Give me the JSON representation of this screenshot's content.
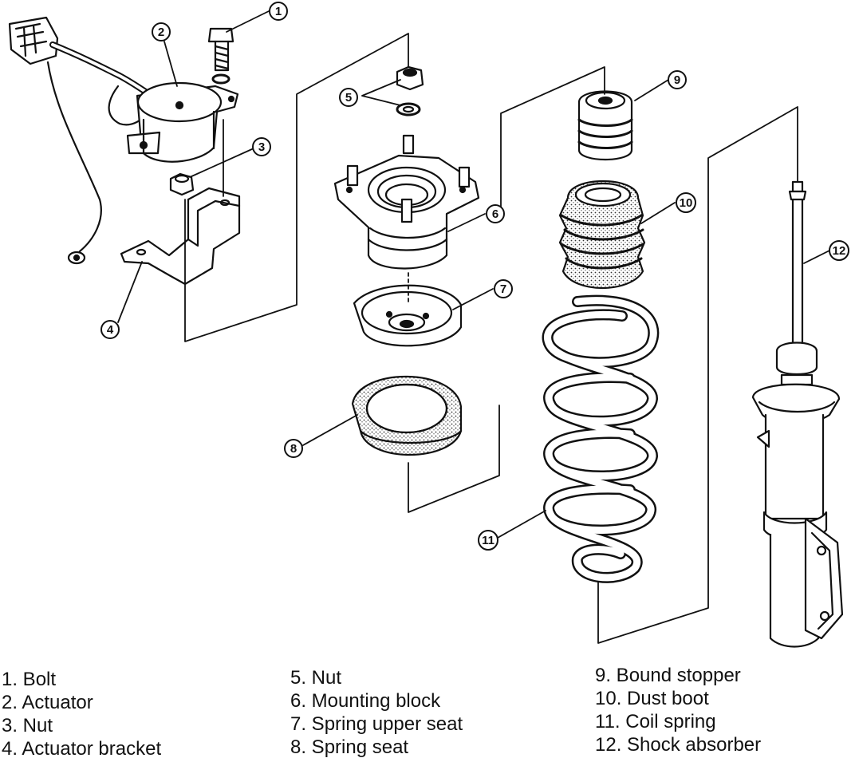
{
  "diagram": {
    "callouts": [
      {
        "id": "c1",
        "label": "1"
      },
      {
        "id": "c2",
        "label": "2"
      },
      {
        "id": "c3",
        "label": "3"
      },
      {
        "id": "c4",
        "label": "4"
      },
      {
        "id": "c5",
        "label": "5"
      },
      {
        "id": "c6",
        "label": "6"
      },
      {
        "id": "c7",
        "label": "7"
      },
      {
        "id": "c8",
        "label": "8"
      },
      {
        "id": "c9",
        "label": "9"
      },
      {
        "id": "c10",
        "label": "10"
      },
      {
        "id": "c11",
        "label": "11"
      },
      {
        "id": "c12",
        "label": "12"
      }
    ],
    "legend": [
      [
        "1. Bolt",
        "2. Actuator",
        "3. Nut",
        "4. Actuator bracket"
      ],
      [
        "5. Nut",
        "6. Mounting block",
        "7. Spring upper seat",
        "8. Spring seat"
      ],
      [
        "9. Bound stopper",
        "10. Dust boot",
        "11. Coil spring",
        "12. Shock absorber"
      ]
    ],
    "colors": {
      "ink": "#111111",
      "background": "#ffffff",
      "shade": "#9a9a9a"
    }
  }
}
